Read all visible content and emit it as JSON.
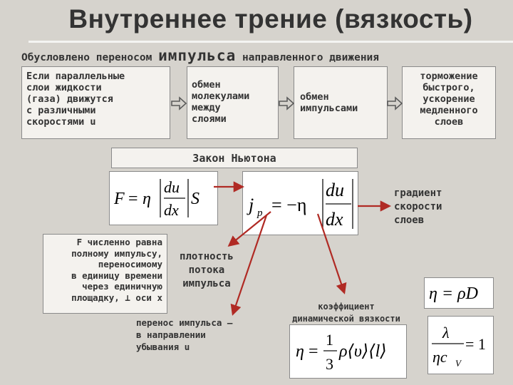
{
  "title": "Внутреннее трение (вязкость)",
  "subtitle": {
    "pre": "Обусловлено переносом",
    "emph": "импульса",
    "post": "направленного движения"
  },
  "flow": [
    {
      "lines": [
        "Если параллельные",
        "слои жидкости",
        "(газа) движутся",
        "с различными",
        "скоростями u"
      ]
    },
    {
      "lines": [
        "обмен",
        "молекулами",
        "между",
        "слоями"
      ]
    },
    {
      "lines": [
        "обмен",
        "импульсами"
      ]
    },
    {
      "lines": [
        "торможение",
        "быстрого,",
        "ускорение",
        "медленного",
        "слоев"
      ]
    }
  ],
  "law_title": "Закон Ньютона",
  "formula1": {
    "lhs": "F",
    "eq": "=",
    "eta": "η",
    "num": "du",
    "den": "dx",
    "s": "S"
  },
  "formula2": {
    "j": "j",
    "sub": "p",
    "eq": "= −η",
    "num": "du",
    "den": "dx"
  },
  "grad_label": [
    "градиент",
    "скорости",
    "слоев"
  ],
  "density_label": [
    "плотность",
    "потока",
    "импульса"
  ],
  "note_lines": [
    "F  численно равна",
    "полному импульсу,",
    "переносимому",
    "в единицу времени",
    "через единичную",
    "площадку, ⊥ оси x"
  ],
  "coef_label": [
    "коэффициент",
    "динамической вязкости"
  ],
  "transfer_label": [
    "перенос импульса –",
    "в направлении",
    "убывания u"
  ],
  "formula3": {
    "eta": "η",
    "eq": "=",
    "num": "1",
    "den": "3",
    "rest": "ρ⟨υ⟩⟨l⟩"
  },
  "formula4": {
    "text": "η = ρD"
  },
  "formula5": {
    "num": "λ",
    "den": "ηc",
    "sub": "V",
    "rhs": "= 1"
  },
  "colors": {
    "arrow_red": "#b02a24",
    "flow_arrow": "#5a5a5a"
  }
}
